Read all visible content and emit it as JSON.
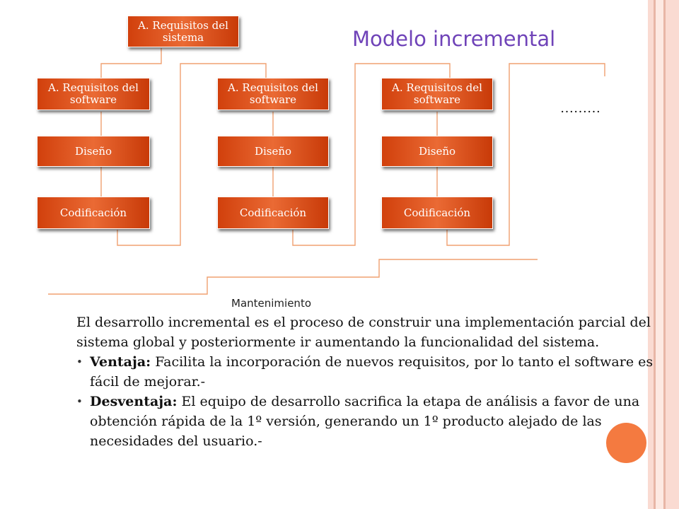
{
  "slide": {
    "title": "Modelo incremental",
    "top_box": "A. Requisitos del sistema",
    "columns": [
      {
        "req": "A. Requisitos del software",
        "design": "Diseño",
        "code": "Codificación"
      },
      {
        "req": "A. Requisitos del software",
        "design": "Diseño",
        "code": "Codificación"
      },
      {
        "req": "A. Requisitos del software",
        "design": "Diseño",
        "code": "Codificación"
      }
    ],
    "ellipsis": "………",
    "maintenance": "Mantenimiento",
    "intro": "El desarrollo incremental es el proceso de construir una implementación parcial del sistema global y posteriormente ir aumentando la funcionalidad del sistema.",
    "bullets": [
      {
        "label": "Ventaja:",
        "text": " Facilita la incorporación de nuevos requisitos, por lo tanto el software es fácil de mejorar.-"
      },
      {
        "label": "Desventaja:",
        "text": " El equipo de desarrollo sacrifica la etapa de análisis a favor de una obtención rápida de la 1º versión, generando un 1º producto alejado de las necesidades del usuario.-"
      }
    ],
    "colors": {
      "accent": "#e8702a",
      "line": "#f0a070",
      "title": "#6f43b8"
    }
  }
}
